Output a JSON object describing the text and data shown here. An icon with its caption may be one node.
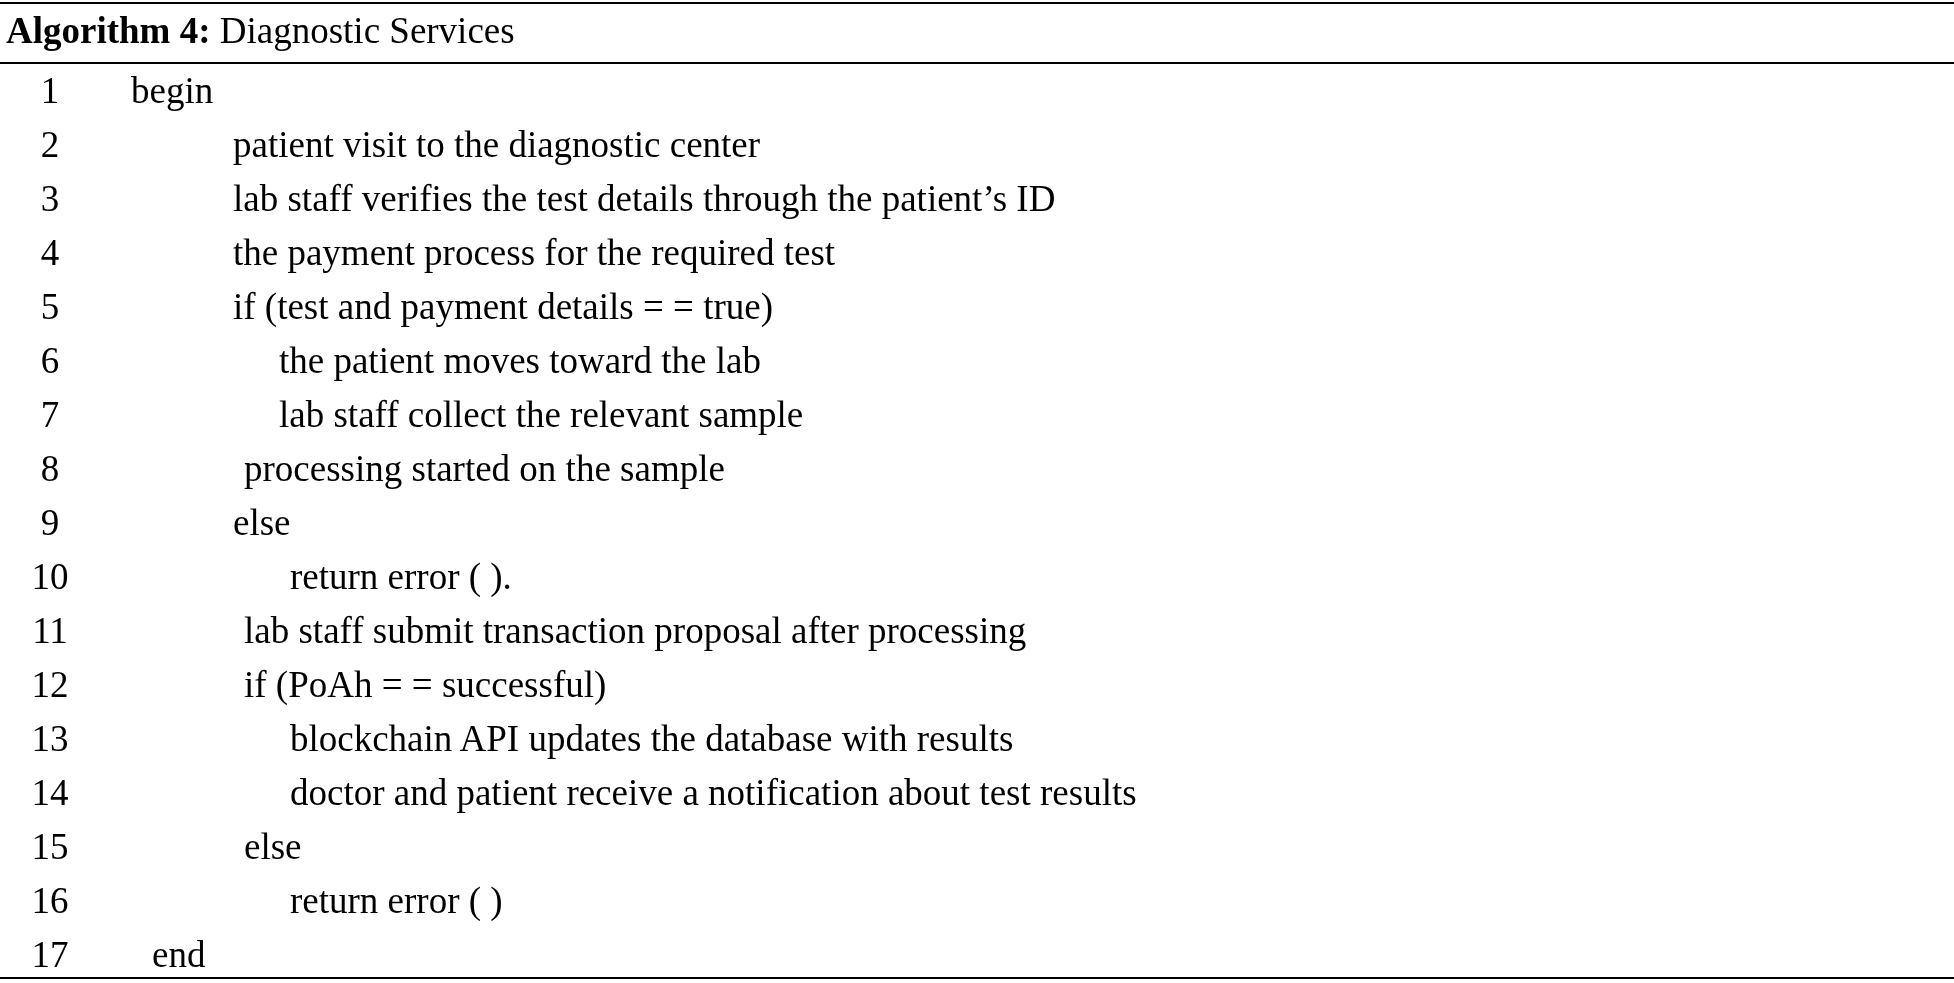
{
  "diagram": {
    "title": "**Algorithm 4:** Diagnostic Services",
    "labels": [
      "1",
      "begin",
      "2",
      "patient visit to the diagnostic center",
      "3",
      "lab staff verifies the test details through the patient’s ID",
      "4",
      "the payment process for the required test",
      "5",
      "if (test and payment details = = true)",
      "6",
      "the patient moves toward the lab",
      "7",
      "lab staff collect the relevant sample",
      "8",
      "processing started on the sample",
      "9",
      "else",
      "10",
      "return error ( ).",
      "11",
      "lab staff submit transaction proposal after processing",
      "12",
      "if (PoAh = = successful)",
      "13",
      "blockchain API updates the database with results",
      "14",
      "doctor and patient receive a notification about test results",
      "15",
      "else",
      "16",
      "return error ( )",
      "17",
      "end"
    ]
  }
}
